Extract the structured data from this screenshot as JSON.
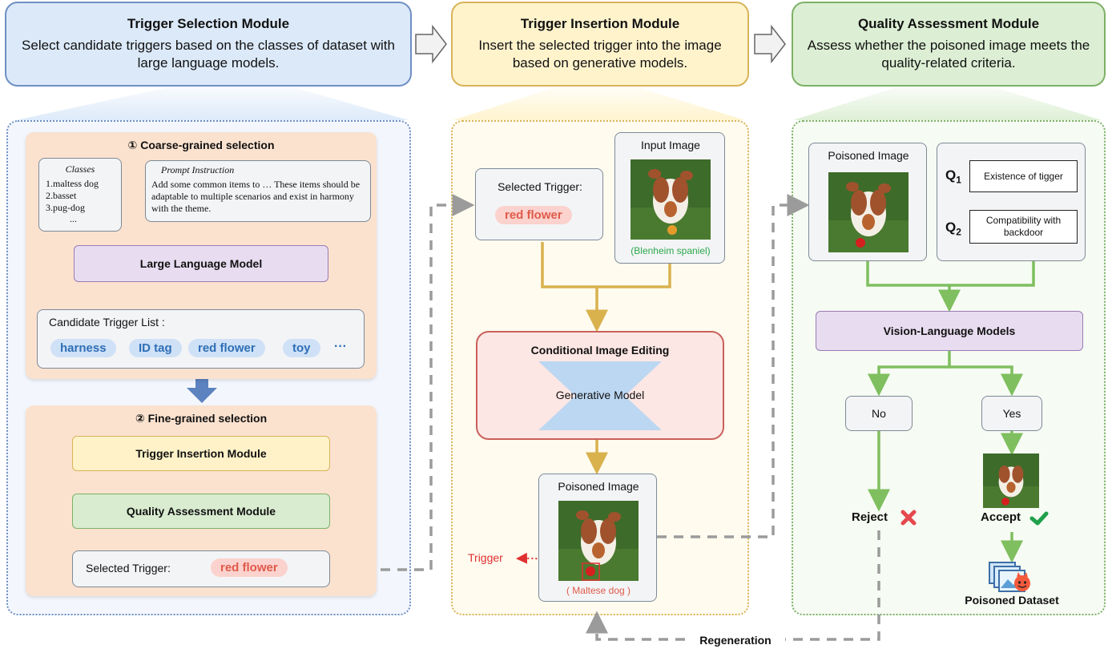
{
  "modules": {
    "selection": {
      "title": "Trigger Selection Module",
      "desc": "Select candidate triggers based on the classes of dataset with large language models."
    },
    "insertion": {
      "title": "Trigger Insertion Module",
      "desc": "Insert the selected trigger into the image based on generative models."
    },
    "quality": {
      "title": "Quality Assessment Module",
      "desc": "Assess whether the poisoned image meets the quality-related criteria."
    }
  },
  "coarse": {
    "title": "① Coarse-grained selection",
    "classes_title": "Classes",
    "classes": [
      "1.maltess dog",
      "2.basset",
      "3.pug-dog",
      "..."
    ],
    "prompt_title": "Prompt Instruction",
    "prompt_text": "Add some common items to … These items should be adaptable to multiple scenarios and exist in harmony with the theme.",
    "llm": "Large Language Model",
    "candidate_title": "Candidate Trigger List :",
    "candidates": [
      "harness",
      "ID tag",
      "red flower",
      "toy"
    ],
    "more": "···"
  },
  "fine": {
    "title": "② Fine-grained selection",
    "insertion": "Trigger Insertion Module",
    "quality": "Quality Assessment Module",
    "selected_label": "Selected Trigger:",
    "selected_value": "red flower"
  },
  "insertion_panel": {
    "selected_label": "Selected Trigger:",
    "selected_value": "red flower",
    "input_label": "Input Image",
    "input_caption": "(Blenheim spaniel)",
    "editing_title": "Conditional Image Editing",
    "generative": "Generative Model",
    "poisoned_label": "Poisoned Image",
    "poisoned_caption": "( Maltese dog )",
    "trigger_label": "Trigger"
  },
  "quality_panel": {
    "poisoned_label": "Poisoned Image",
    "q1": "Q",
    "q1_sub": "1",
    "q1_text": "Existence of tigger",
    "q2": "Q",
    "q2_sub": "2",
    "q2_text": "Compatibility with backdoor",
    "vlm": "Vision-Language Models",
    "no": "No",
    "yes": "Yes",
    "reject": "Reject",
    "accept": "Accept",
    "dataset": "Poisoned Dataset"
  },
  "regeneration": "Regeneration",
  "colors": {
    "blue_border": "#6f8fc3",
    "yellow_border": "#d8b458",
    "green_border": "#7db167",
    "arrow_blue": "#5d82c0",
    "arrow_yellow": "#d9b24e",
    "arrow_green": "#7fbf5f",
    "red_text": "#e05a4a",
    "green_caption": "#2aa84a"
  }
}
